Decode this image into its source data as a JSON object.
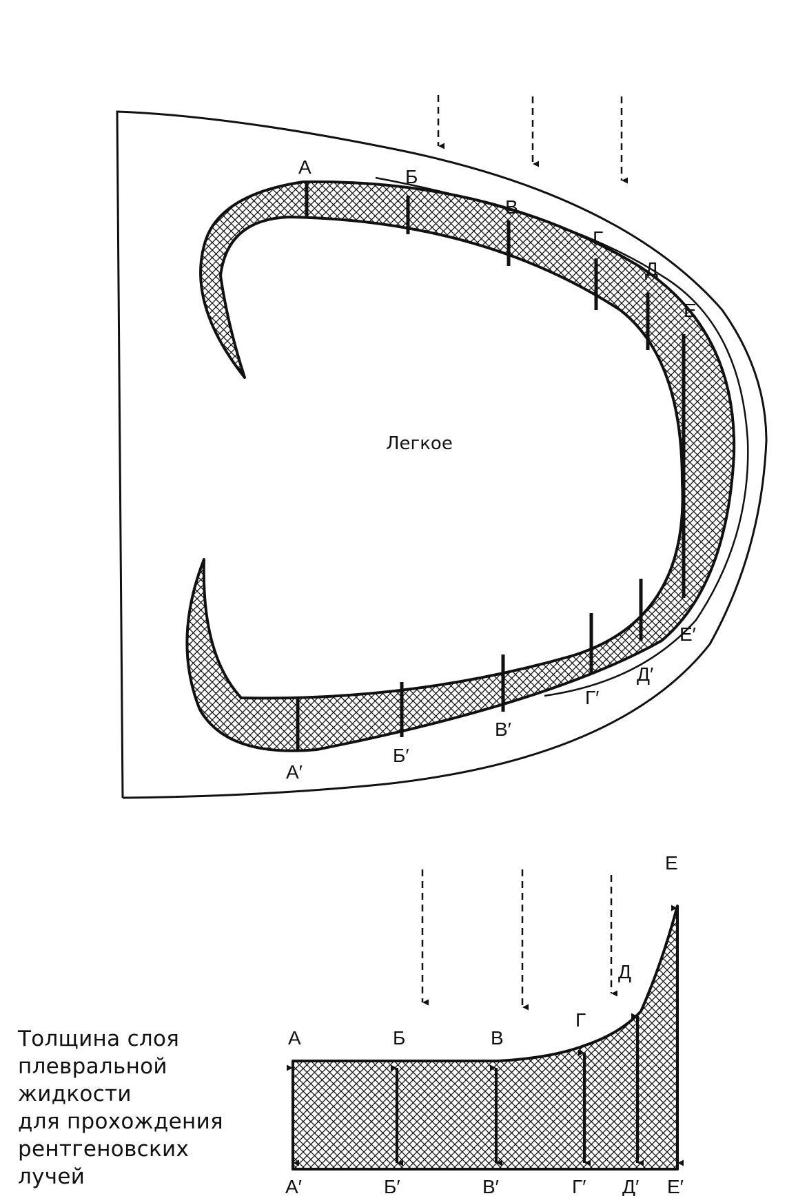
{
  "colors": {
    "ink": "#111111",
    "background": "#ffffff"
  },
  "top_diagram": {
    "lung_label": "Легкое",
    "upper_labels": [
      "А",
      "Б",
      "В",
      "Г",
      "Д",
      "Е"
    ],
    "lower_labels": [
      "А′",
      "Б′",
      "В′",
      "Г′",
      "Д′",
      "Е′"
    ]
  },
  "bottom_diagram": {
    "upper_labels": [
      "А",
      "Б",
      "В",
      "Г",
      "Д",
      "Е"
    ],
    "lower_labels": [
      "А′",
      "Б′",
      "В′",
      "Г′",
      "Д′",
      "Е′"
    ]
  },
  "caption": "Толщина слоя\nплевральной\nжидкости\nдля прохождения\nрентгеновских\nлучей"
}
